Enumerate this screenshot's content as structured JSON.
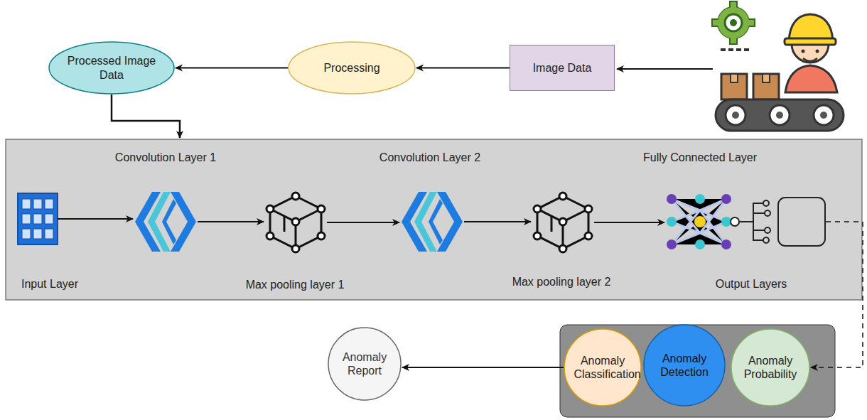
{
  "diagram": {
    "nodes": [
      {
        "text": [
          "Processed Image Data"
        ]
      },
      {
        "text": [
          "Processing"
        ]
      },
      {
        "text": [
          "Image Data"
        ]
      },
      {
        "text": [
          "Input Layer"
        ]
      },
      {
        "text": [
          "Convolution Layer 1"
        ]
      },
      {
        "text": [
          "Max pooling layer 1"
        ]
      },
      {
        "text": [
          "Convolution Layer 2"
        ]
      },
      {
        "text": [
          "Max pooling layer 2"
        ]
      },
      {
        "text": [
          "Fully Connected Layer",
          "Output Layers"
        ]
      },
      {
        "text": [
          "Anomaly Report"
        ]
      },
      {
        "text": [
          "Anomaly Classification"
        ]
      },
      {
        "text": [
          "Anomaly Detection"
        ]
      },
      {
        "text": [
          "Anomaly Probability"
        ]
      }
    ],
    "edges": [
      {
        "from": 2,
        "to": 1,
        "arrow": "to"
      },
      {
        "from": 1,
        "to": 0,
        "arrow": "to"
      },
      {
        "from": 3,
        "to": 4,
        "arrow": "to"
      },
      {
        "from": 4,
        "to": 5,
        "arrow": "to"
      },
      {
        "from": 5,
        "to": 6,
        "arrow": "to"
      },
      {
        "from": 6,
        "to": 7,
        "arrow": "to"
      },
      {
        "from": 7,
        "to": 8,
        "arrow": "to"
      },
      {
        "from": 8,
        "to": 12,
        "arrow": "to"
      },
      {
        "from": 10,
        "to": 9,
        "arrow": "to"
      }
    ]
  }
}
